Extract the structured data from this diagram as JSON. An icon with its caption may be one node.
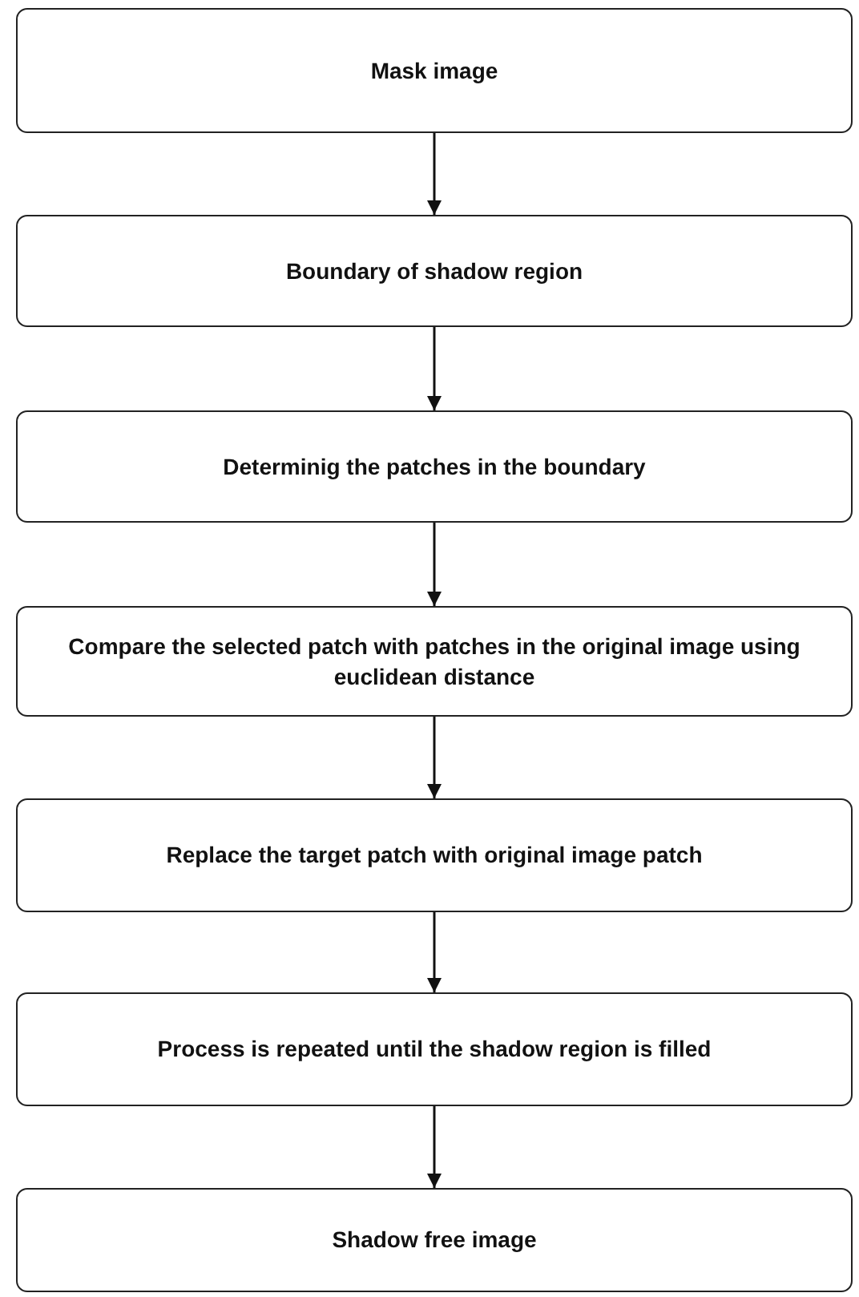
{
  "diagram": {
    "nodes": [
      {
        "text": [
          "Mask image"
        ]
      },
      {
        "text": [
          "Boundary of shadow region"
        ]
      },
      {
        "text": [
          "Determinig the patches in the boundary"
        ]
      },
      {
        "text": [
          "Compare the selected patch with patches in the original image using euclidean distance"
        ]
      },
      {
        "text": [
          "Replace the target patch with original image patch"
        ]
      },
      {
        "text": [
          "Process is repeated until the shadow region is filled"
        ]
      },
      {
        "text": [
          "Shadow free image"
        ]
      }
    ],
    "edges": [
      {
        "from": 0,
        "to": 1,
        "arrow": "to"
      },
      {
        "from": 1,
        "to": 2,
        "arrow": "to"
      },
      {
        "from": 2,
        "to": 3,
        "arrow": "to"
      },
      {
        "from": 3,
        "to": 4,
        "arrow": "to"
      },
      {
        "from": 4,
        "to": 5,
        "arrow": "to"
      },
      {
        "from": 5,
        "to": 6,
        "arrow": "to"
      }
    ]
  }
}
